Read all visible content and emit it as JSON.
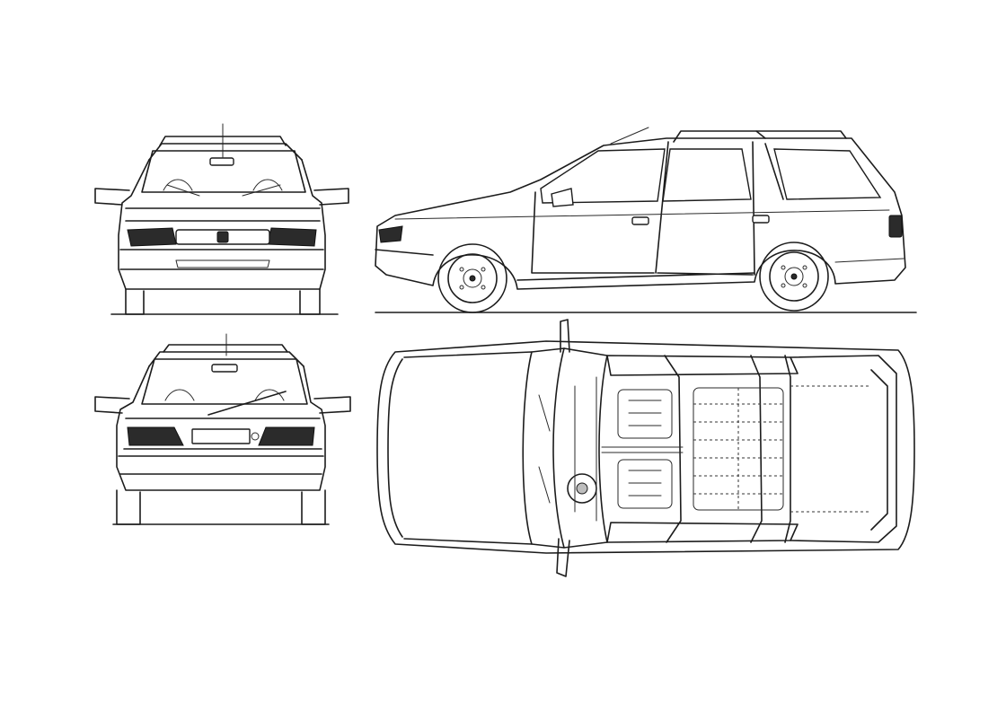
{
  "blueprint": {
    "views": [
      {
        "id": "front",
        "semantic": "front-view"
      },
      {
        "id": "side",
        "semantic": "side-view"
      },
      {
        "id": "rear",
        "semantic": "rear-view"
      },
      {
        "id": "top",
        "semantic": "top-view"
      }
    ],
    "colors": {
      "background": "#ffffff",
      "line": "#1c1c1c",
      "lamp_fill": "#2b2b2b"
    }
  }
}
